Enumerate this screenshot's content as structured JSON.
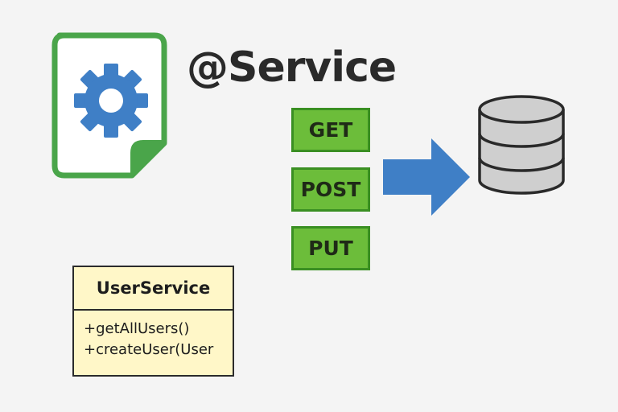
{
  "title": "@Service",
  "http_methods": [
    "GET",
    "POST",
    "PUT"
  ],
  "uml_class": {
    "name": "UserService",
    "methods": [
      "+getAllUsers()",
      "+createUser(User"
    ]
  },
  "icons": {
    "file": "gear-document-icon",
    "arrow": "right-arrow-icon",
    "database": "database-icon"
  },
  "colors": {
    "file_border": "#4aa54a",
    "gear": "#3f7fc6",
    "button_fill": "#6cbd3a",
    "button_border": "#3a8f22",
    "arrow": "#3f7fc6",
    "database_fill": "#cfcfcf",
    "uml_fill": "#fff7c8"
  }
}
